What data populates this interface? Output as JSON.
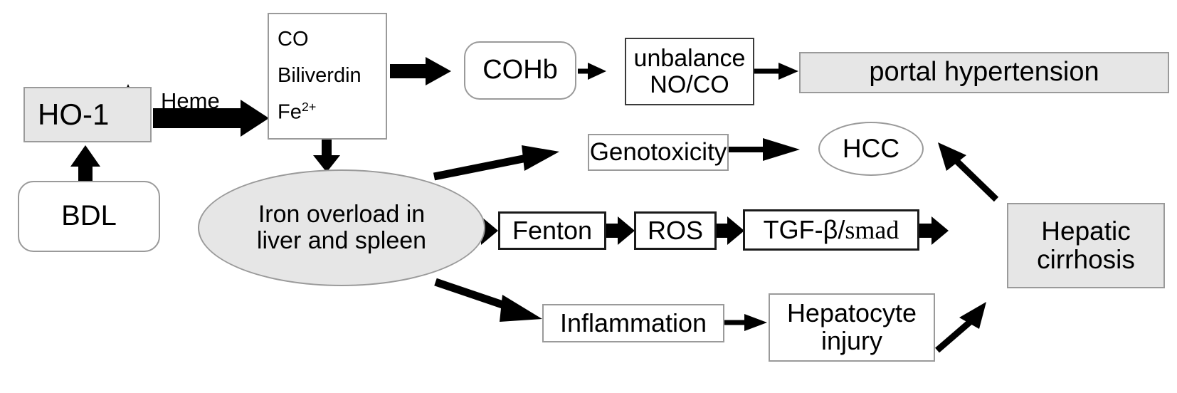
{
  "diagram": {
    "title": "HO-1 / iron overload pathway in bile duct ligation",
    "background": "#ffffff",
    "palette": {
      "gray_fill": "#e6e6e6",
      "white_fill": "#ffffff",
      "border_gray": "#9a9a9a",
      "border_dark": "#3a3a3a",
      "arrow": "#000000"
    },
    "nodes": [
      {
        "id": "bdl",
        "label": "BDL",
        "shape": "rounded-rect",
        "fill": "#ffffff"
      },
      {
        "id": "ho1",
        "label": "HO-1",
        "shape": "rect",
        "fill": "#e6e6e6",
        "badge": "up-arrow"
      },
      {
        "id": "products",
        "label": "CO\nBiliverdin\nFe2+",
        "shape": "rect",
        "fill": "#ffffff"
      },
      {
        "id": "cohb",
        "label": "COHb",
        "shape": "rounded-rect",
        "fill": "#ffffff"
      },
      {
        "id": "unbalance",
        "label": "unbalance\nNO/CO",
        "shape": "rect",
        "fill": "#ffffff"
      },
      {
        "id": "portal",
        "label": "portal hypertension",
        "shape": "rect",
        "fill": "#e6e6e6"
      },
      {
        "id": "iron",
        "label": "Iron overload in\nliver and spleen",
        "shape": "ellipse",
        "fill": "#e6e6e6"
      },
      {
        "id": "genotoxicity",
        "label": "Genotoxicity",
        "shape": "rect",
        "fill": "#ffffff"
      },
      {
        "id": "hcc",
        "label": "HCC",
        "shape": "ellipse",
        "fill": "#ffffff"
      },
      {
        "id": "fenton",
        "label": "Fenton",
        "shape": "rect",
        "fill": "#ffffff"
      },
      {
        "id": "ros",
        "label": "ROS",
        "shape": "rect",
        "fill": "#ffffff"
      },
      {
        "id": "tgfb",
        "label": "TGF-β/smad",
        "shape": "rect",
        "fill": "#ffffff"
      },
      {
        "id": "cirrhosis",
        "label": "Hepatic\ncirrhosis",
        "shape": "rect",
        "fill": "#e6e6e6"
      },
      {
        "id": "inflammation",
        "label": "Inflammation",
        "shape": "rect",
        "fill": "#ffffff"
      },
      {
        "id": "hepatocyte",
        "label": "Hepatocyte\ninjury",
        "shape": "rect",
        "fill": "#ffffff"
      }
    ],
    "edge_labels": [
      {
        "id": "heme",
        "label": "Heme"
      }
    ],
    "edges": [
      {
        "from": "bdl",
        "to": "ho1",
        "style": "thick"
      },
      {
        "from": "ho1",
        "to": "products",
        "style": "very-thick",
        "label": "Heme"
      },
      {
        "from": "products",
        "to": "cohb",
        "style": "thick"
      },
      {
        "from": "products",
        "to": "iron",
        "style": "thick"
      },
      {
        "from": "cohb",
        "to": "unbalance",
        "style": "thin"
      },
      {
        "from": "unbalance",
        "to": "portal",
        "style": "thin"
      },
      {
        "from": "iron",
        "to": "genotoxicity",
        "style": "thick"
      },
      {
        "from": "genotoxicity",
        "to": "hcc",
        "style": "thick"
      },
      {
        "from": "iron",
        "to": "fenton",
        "style": "thick"
      },
      {
        "from": "fenton",
        "to": "ros",
        "style": "thick"
      },
      {
        "from": "ros",
        "to": "tgfb",
        "style": "thick"
      },
      {
        "from": "tgfb",
        "to": "cirrhosis",
        "style": "thick"
      },
      {
        "from": "iron",
        "to": "inflammation",
        "style": "thick"
      },
      {
        "from": "inflammation",
        "to": "hepatocyte",
        "style": "thin"
      },
      {
        "from": "hepatocyte",
        "to": "cirrhosis",
        "style": "thick"
      },
      {
        "from": "cirrhosis",
        "to": "hcc",
        "style": "thick"
      }
    ]
  },
  "text": {
    "bdl": "BDL",
    "ho1": "HO-1",
    "heme": "Heme",
    "products_co": "CO",
    "products_biliverdin": "Biliverdin",
    "products_fe": "Fe",
    "products_fe_sup": "2+",
    "cohb": "COHb",
    "unbalance_line1": "unbalance",
    "unbalance_line2": "NO/CO",
    "portal": "portal hypertension",
    "iron_line1": "Iron overload in",
    "iron_line2": "liver and spleen",
    "genotoxicity": "Genotoxicity",
    "hcc": "HCC",
    "fenton": "Fenton",
    "ros": "ROS",
    "tgfb_main": "TGF-β/",
    "tgfb_smad": "smad",
    "cirrhosis_line1": "Hepatic",
    "cirrhosis_line2": "cirrhosis",
    "inflammation": "Inflammation",
    "hepatocyte_line1": "Hepatocyte",
    "hepatocyte_line2": "injury"
  }
}
